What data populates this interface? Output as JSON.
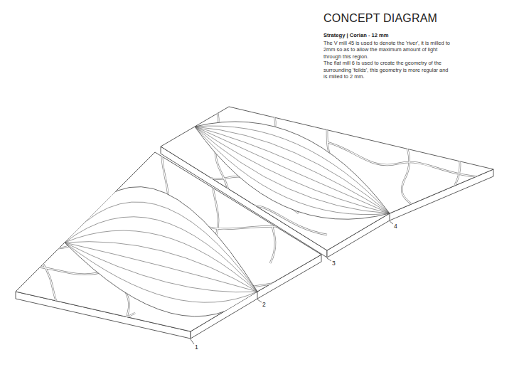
{
  "diagram": {
    "title": "CONCEPT DIAGRAM",
    "labels": [
      "Strategy | Corian - 12 mm",
      "The V mill 45 is used to denote the 'river', it is milled to 2mm so as to allow the maximum amount of light through this region.",
      "The flat mill 6 is used to create the geometry of the surrounding 'feilds', this geometry is more regular and is milled to 2 mm.",
      "1",
      "2",
      "3",
      "4"
    ]
  }
}
